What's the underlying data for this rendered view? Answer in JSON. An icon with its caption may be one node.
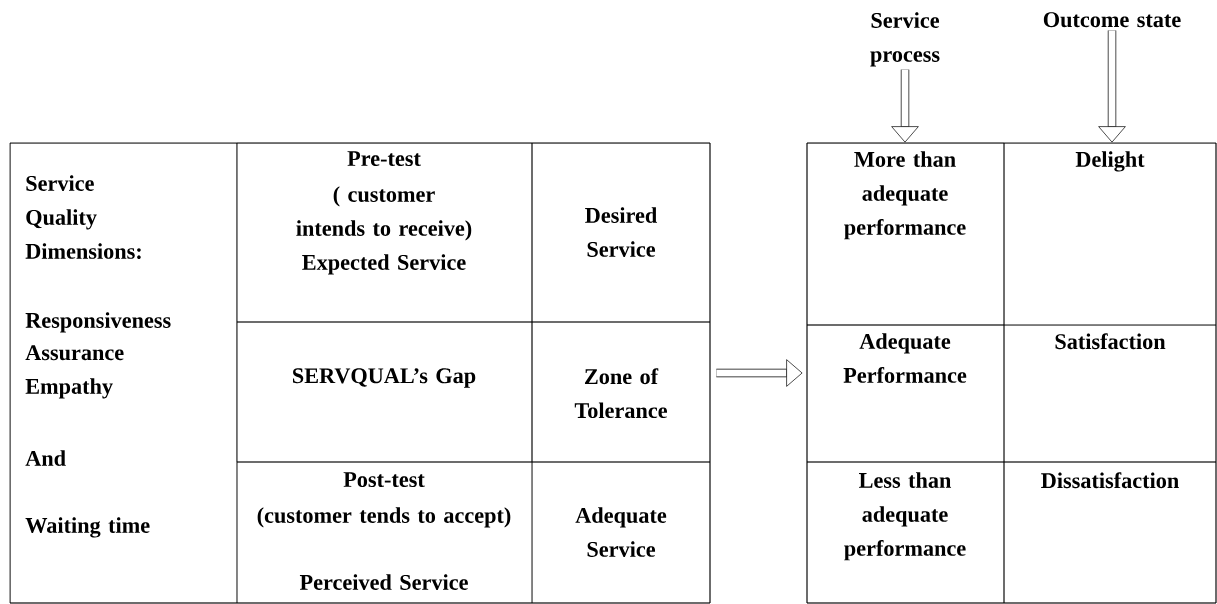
{
  "diagram": {
    "nodes": [
      {
        "text": [],
        "shape": "box"
      },
      {
        "text": [
          "Service Quality Dimensions:",
          "Responsiveness",
          "Assurance",
          "Empathy",
          "And",
          "Waiting time"
        ],
        "in": 0
      },
      {
        "text": [
          "Pre-test",
          "( customer intends to receive)",
          "Expected Service"
        ],
        "in": 0
      },
      {
        "text": [
          "Desired Service"
        ],
        "in": 0
      },
      {
        "text": [
          "SERVQUAL’s Gap"
        ],
        "in": 0
      },
      {
        "text": [
          "Zone of Tolerance"
        ],
        "in": 0
      },
      {
        "text": [
          "Post-test",
          "(customer tends to accept)",
          "Perceived Service"
        ],
        "in": 0
      },
      {
        "text": [
          "Adequate Service"
        ],
        "in": 0
      },
      {
        "text": [],
        "shape": "box"
      },
      {
        "text": [
          "More than adequate performance"
        ],
        "in": 8
      },
      {
        "text": [
          "Delight"
        ],
        "in": 8
      },
      {
        "text": [
          "Adequate Performance"
        ],
        "in": 8
      },
      {
        "text": [
          "Satisfaction"
        ],
        "in": 8
      },
      {
        "text": [
          "Less than adequate performance"
        ],
        "in": 8
      },
      {
        "text": [
          "Dissatisfaction"
        ],
        "in": 8
      },
      {
        "text": [
          "Service process"
        ]
      },
      {
        "text": [
          "Outcome state"
        ]
      }
    ],
    "edges": [
      {
        "from": 0,
        "to": 8,
        "arrow": "to"
      },
      {
        "from": 15,
        "to": 9,
        "arrow": "to"
      },
      {
        "from": 16,
        "to": 10,
        "arrow": "to"
      }
    ]
  }
}
